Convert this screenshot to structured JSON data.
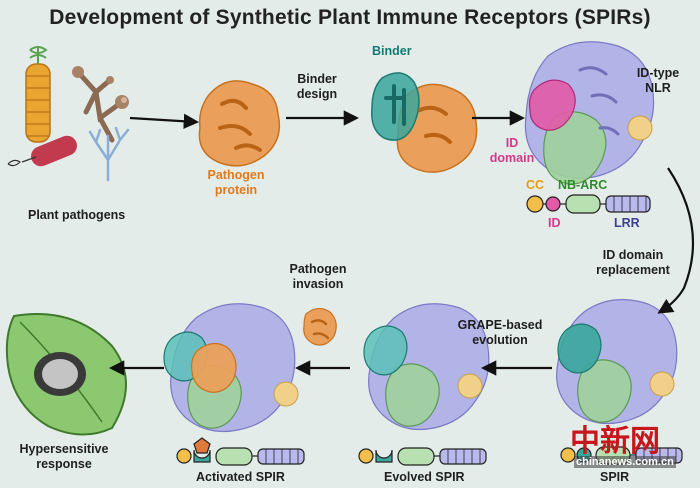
{
  "title": "Development of Synthetic Plant Immune Receptors (SPIRs)",
  "labels": {
    "plant_pathogens": "Plant pathogens",
    "binder_design_1": "Binder",
    "binder_design_2": "design",
    "pathogen_protein_1": "Pathogen",
    "pathogen_protein_2": "protein",
    "binder": "Binder",
    "id_type_nlr_1": "ID-type",
    "id_type_nlr_2": "NLR",
    "id_domain_1": "ID",
    "id_domain_2": "domain",
    "cc": "CC",
    "nb_arc": "NB-ARC",
    "id": "ID",
    "lrr": "LRR",
    "id_replacement_1": "ID domain",
    "id_replacement_2": "replacement",
    "grape_1": "GRAPE-based",
    "grape_2": "evolution",
    "pathogen_invasion_1": "Pathogen",
    "pathogen_invasion_2": "invasion",
    "hypersensitive_1": "Hypersensitive",
    "hypersensitive_2": "response",
    "spir": "SPIR",
    "evolved_spir": "Evolved SPIR",
    "activated_spir": "Activated SPIR"
  },
  "watermark": {
    "cn": "中新网",
    "url": "chinanews.com.cn"
  },
  "colors": {
    "background": "#e4ecea",
    "pathogen_protein": "#e8953a",
    "binder": "#2a9d96",
    "id_domain": "#d23a8a",
    "nb_arc": "#9fd09a",
    "lrr": "#a9a9e6",
    "cc": "#f2c04a",
    "watermark": "#c8161d"
  }
}
